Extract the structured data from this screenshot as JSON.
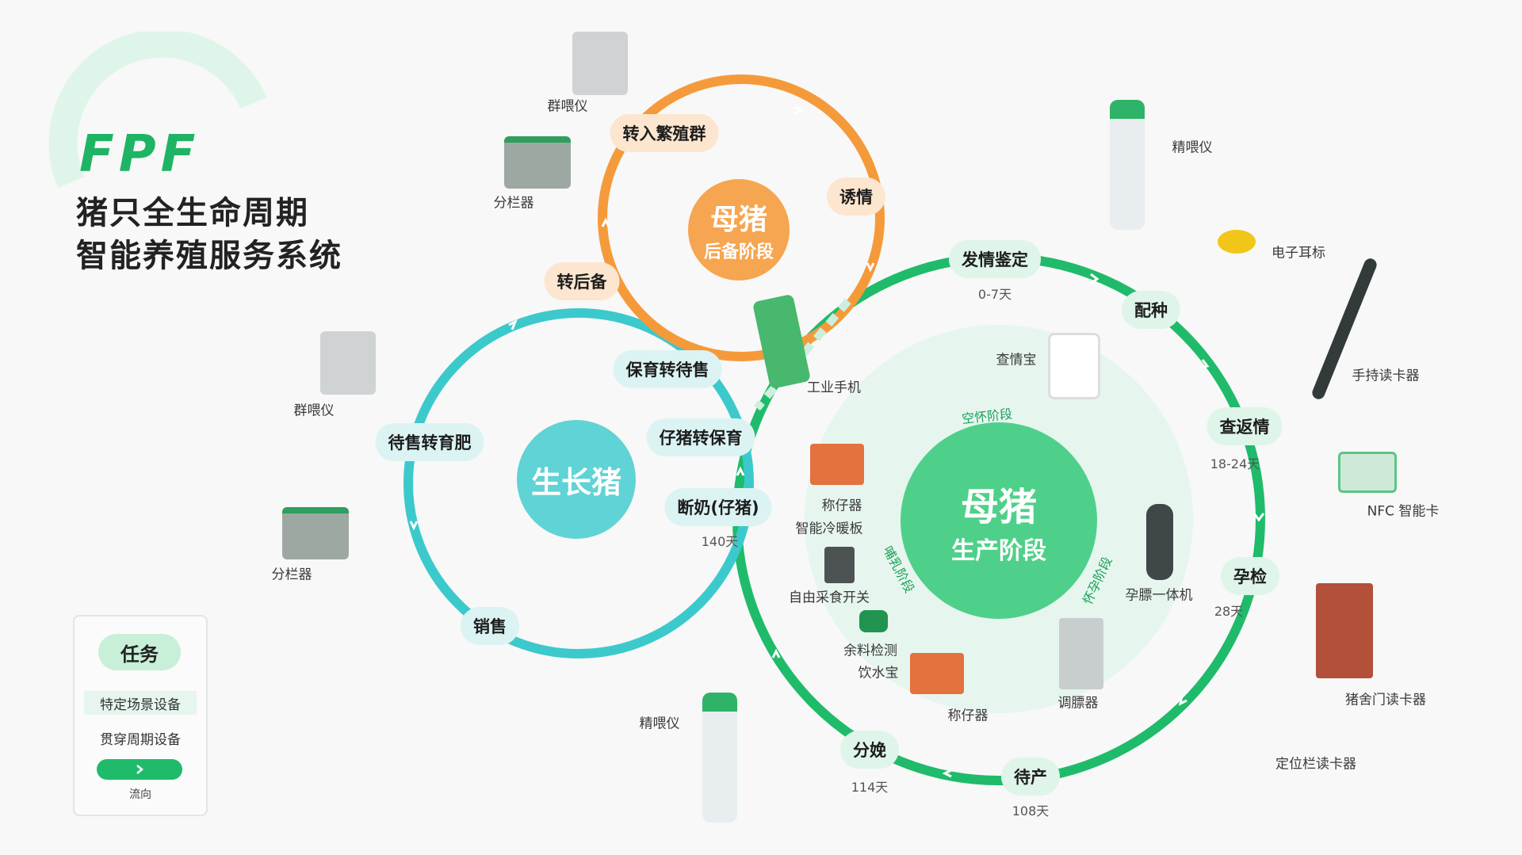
{
  "brand": "FPF",
  "title_line1": "猪只全生命周期",
  "title_line2": "智能养殖服务系统",
  "colors": {
    "green": "#1fbb6b",
    "orange": "#f59a3a",
    "cyan": "#3cc9cc",
    "pill_green": "#dff5ea"
  },
  "hubs": {
    "sow_reserve": {
      "line1": "母猪",
      "line2": "后备阶段"
    },
    "growing_pig": {
      "line1": "生长猪"
    },
    "sow_production": {
      "line1": "母猪",
      "line2": "生产阶段"
    }
  },
  "stages": {
    "zhuanru": "转入繁殖群",
    "youqing": "诱情",
    "zhuanhoubei": "转后备",
    "baoyu_daishou": "保育转待售",
    "daishou_yufei": "待售转育肥",
    "zizhu_baoyu": "仔猪转保育",
    "duannai": "断奶(仔猪)",
    "xiaoshou": "销售",
    "faqing": "发情鉴定",
    "peizhong": "配种",
    "chafanqing": "查返情",
    "yunjian": "孕检",
    "daichan": "待产",
    "fenmian": "分娩"
  },
  "days": {
    "faqing": "0-7天",
    "chafanqing": "18-24天",
    "yunjian": "28天",
    "duannai": "140天",
    "daichan": "108天",
    "fenmian": "114天"
  },
  "inner_labels": {
    "konghuai": "空怀阶段",
    "huaiyun": "怀孕阶段",
    "buru": "哺乳阶段"
  },
  "devices": {
    "qunweiyi_top": "群喂仪",
    "fenlanqi_top": "分栏器",
    "qunweiyi_left": "群喂仪",
    "fenlanqi_left": "分栏器",
    "jingweiyi_top": "精喂仪",
    "jingweiyi_bottom": "精喂仪",
    "dianzi_erbiao": "电子耳标",
    "shouchi_dukaqi": "手持读卡器",
    "nfc_card": "NFC 智能卡",
    "zhushemen_dukaqi": "猪舍门读卡器",
    "dingweilan_dukaqi": "定位栏读卡器",
    "gongye_shouji": "工业手机",
    "chaqingbao": "查情宝",
    "chengziqi1": "称仔器",
    "lengnuanban": "智能冷暖板",
    "ziyou_caishi": "自由采食开关",
    "yuliao_jiance": "余料检测",
    "yinshuibao": "饮水宝",
    "chengziqi2": "称仔器",
    "tiaopiaoqi": "调膘器",
    "yunbiao_yitiji": "孕膘一体机"
  },
  "legend": {
    "task": "任务",
    "specific": "特定场景设备",
    "lifecycle": "贯穿周期设备",
    "flow": "流向"
  }
}
